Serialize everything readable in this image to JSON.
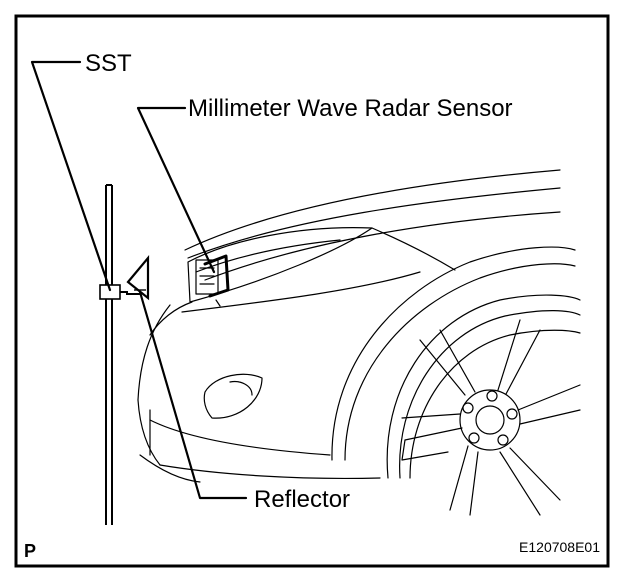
{
  "labels": {
    "sst": "SST",
    "radar_sensor": "Millimeter Wave Radar Sensor",
    "reflector": "Reflector"
  },
  "corner_mark": "P",
  "figure_code": "E120708E01"
}
